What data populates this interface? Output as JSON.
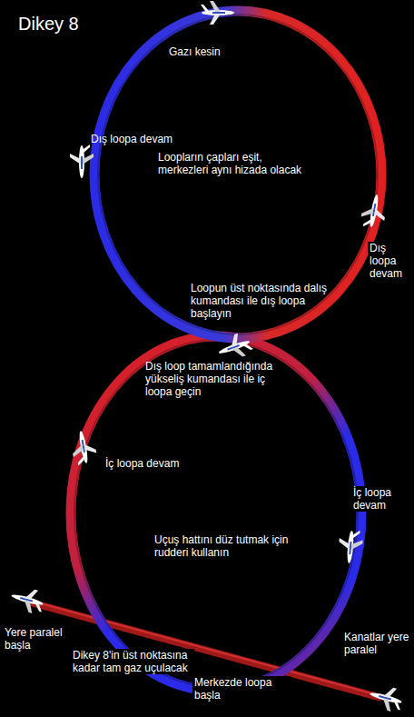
{
  "diagram": {
    "title": "Dikey 8",
    "labels": [
      "Gazı kesin",
      "Dış loopa devam",
      "Loopların çapları eşit, merkezleri aynı hizada olacak",
      "Dış loopa devam",
      "Loopun üst noktasında dalış kumandası ile dış loopa başlayın",
      "Dış loop tamamlandığında yükseliş kumandası ile iç loopa geçin",
      "İç loopa devam",
      "İç loopa devam",
      "Uçuş hattını düz tutmak için rudderi kullanın",
      "Yere paralel başla",
      "Kanatlar yere paralel",
      "Dikey 8'in üst noktasına kadar tam gaz uçulacak",
      "Merkezde loopa başla"
    ]
  }
}
